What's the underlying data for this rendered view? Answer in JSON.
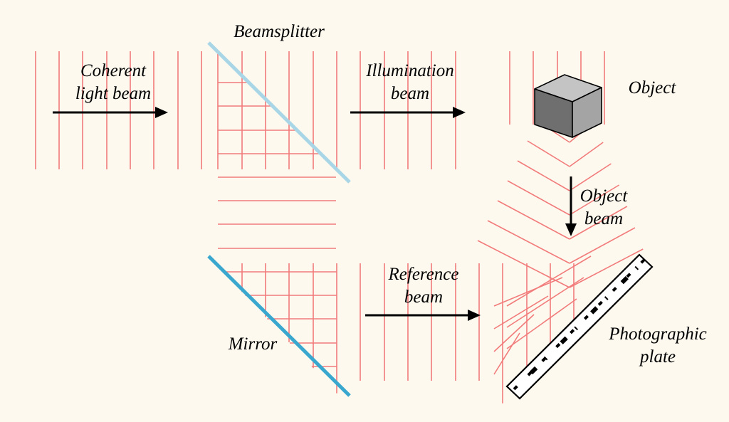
{
  "labels": {
    "coherent": [
      "Coherent",
      "light beam"
    ],
    "beamsplitter": "Beamsplitter",
    "illumination": [
      "Illumination",
      "beam"
    ],
    "object": "Object",
    "object_beam": [
      "Object",
      "beam"
    ],
    "reference": [
      "Reference",
      "beam"
    ],
    "mirror": "Mirror",
    "plate": [
      "Photographic",
      "plate"
    ]
  },
  "colors": {
    "background": "#fdf9ee",
    "wavefront": "#f27b7b",
    "beamsplitter": "#a9d6e6",
    "mirror": "#3aa7cf",
    "arrow": "#000000",
    "cube_top": "#c4c4c4",
    "cube_front": "#6f6f6f",
    "cube_side": "#a4a4a4"
  },
  "icons": [
    "cube-icon",
    "arrow-icon"
  ]
}
